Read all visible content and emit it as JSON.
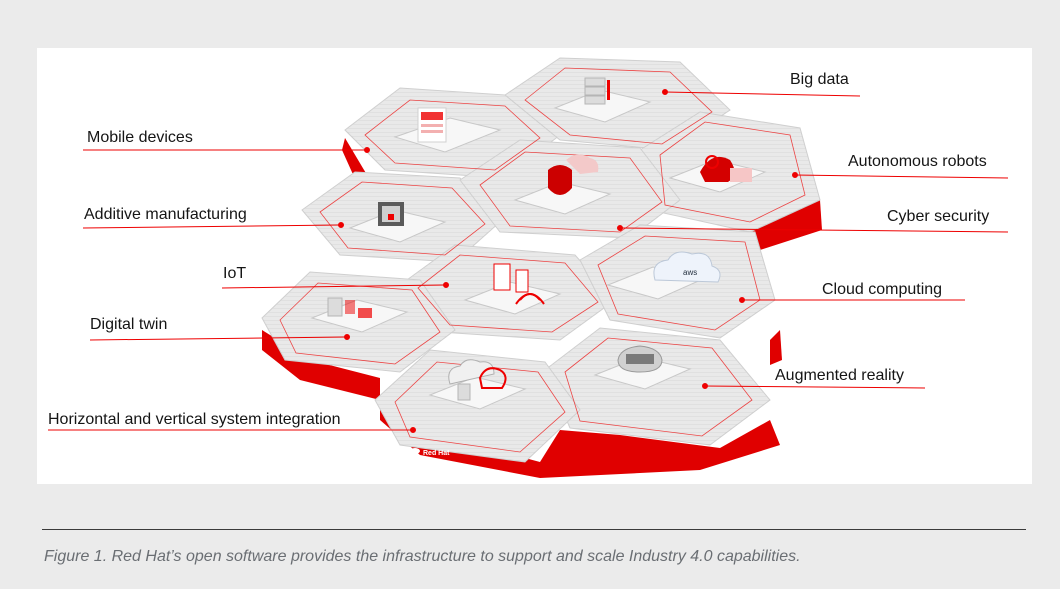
{
  "diagram": {
    "labels": {
      "big_data": "Big data",
      "mobile_devices": "Mobile devices",
      "autonomous_robots": "Autonomous robots",
      "additive_manufacturing": "Additive manufacturing",
      "cyber_security": "Cyber security",
      "iot": "IoT",
      "cloud_computing": "Cloud computing",
      "digital_twin": "Digital twin",
      "augmented_reality": "Augmented reality",
      "horizontal_vertical": "Horizontal and vertical system integration"
    },
    "logo_text": "Red Hat",
    "cloud_badge_text": "aws",
    "accent_color": "#ee0000",
    "tile_color": "#e4e4e4"
  },
  "caption": "Figure 1. Red Hat’s open software provides the infrastructure to support and scale Industry 4.0 capabilities."
}
